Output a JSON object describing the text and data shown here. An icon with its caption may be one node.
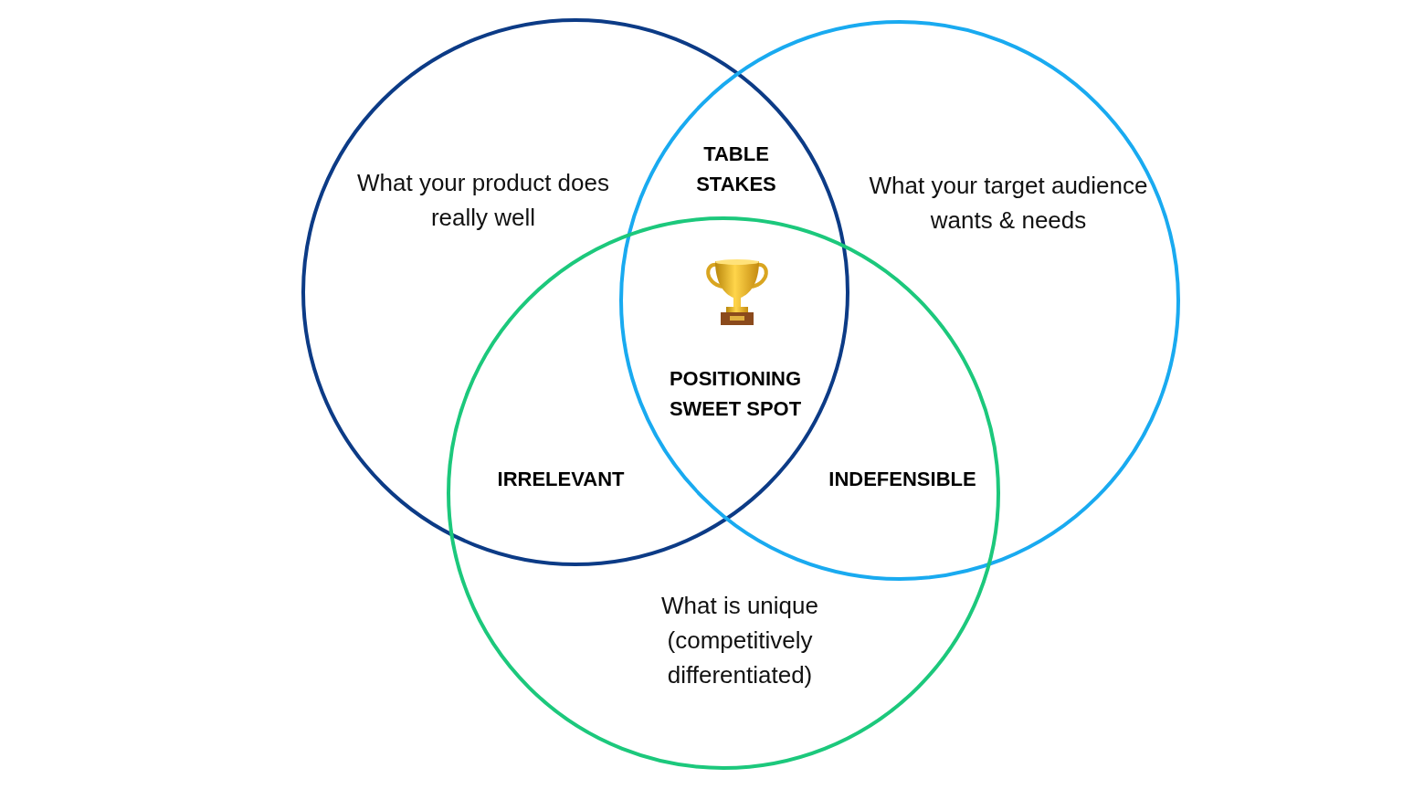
{
  "diagram": {
    "nodes": [
      {
        "text": [
          "What your product does really well"
        ]
      },
      {
        "text": [
          "What your target audience wants & needs"
        ]
      },
      {
        "text": [
          "What is unique (competitively differentiated)"
        ]
      }
    ],
    "labels": [
      "TABLE STAKES",
      "POSITIONING SWEET SPOT",
      "IRRELEVANT",
      "INDEFENSIBLE"
    ]
  }
}
